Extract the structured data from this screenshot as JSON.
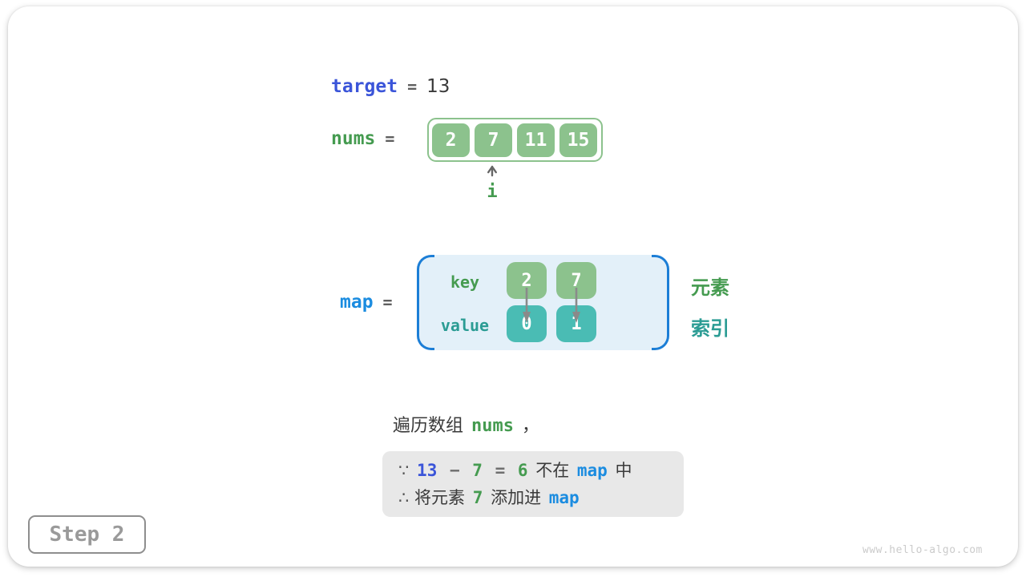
{
  "step_badge": {
    "label": "Step 2"
  },
  "watermark": "www.hello-algo.com",
  "target_line": {
    "name": "target",
    "equals": "=",
    "value": "13"
  },
  "nums_line": {
    "name": "nums",
    "equals": "=",
    "items": [
      "2",
      "7",
      "11",
      "15"
    ],
    "pointer_label": "i"
  },
  "map_section": {
    "name": "map",
    "equals": "=",
    "key_label": "key",
    "value_label": "value",
    "keys": [
      "2",
      "7"
    ],
    "values": [
      "0",
      "1"
    ],
    "element_side_label": "元素",
    "index_side_label": "索引"
  },
  "caption_segments": [
    {
      "text": "遍历数组 ",
      "cls": "seg-plain"
    },
    {
      "text": "nums",
      "cls": "seg-code-green"
    },
    {
      "text": " ，",
      "cls": "seg-plain"
    }
  ],
  "note_box": {
    "line1": [
      {
        "text": "∵ ",
        "cls": "seg-sym"
      },
      {
        "text": "13",
        "cls": "seg-code-royal"
      },
      {
        "text": " − ",
        "cls": "seg-op"
      },
      {
        "text": "7",
        "cls": "seg-code-green"
      },
      {
        "text": " = ",
        "cls": "seg-op"
      },
      {
        "text": "6",
        "cls": "seg-code-green"
      },
      {
        "text": " 不在 ",
        "cls": "seg-plain"
      },
      {
        "text": "map",
        "cls": "seg-code-blue"
      },
      {
        "text": " 中",
        "cls": "seg-plain"
      }
    ],
    "line2": [
      {
        "text": "∴ ",
        "cls": "seg-sym"
      },
      {
        "text": "将元素 ",
        "cls": "seg-plain"
      },
      {
        "text": "7",
        "cls": "seg-code-green"
      },
      {
        "text": " 添加进 ",
        "cls": "seg-plain"
      },
      {
        "text": "map",
        "cls": "seg-code-blue"
      }
    ]
  },
  "colors": {
    "royal_blue": "#3b55d9",
    "bright_blue": "#1b8ce0",
    "green_text": "#459b50",
    "teal_text": "#2b9c94",
    "green_fill": "#8cc28d",
    "teal_fill": "#4abcb4",
    "map_bg": "#e3f0f9",
    "bracket_blue": "#1c7ed6",
    "note_bg": "#e8e8e8"
  }
}
